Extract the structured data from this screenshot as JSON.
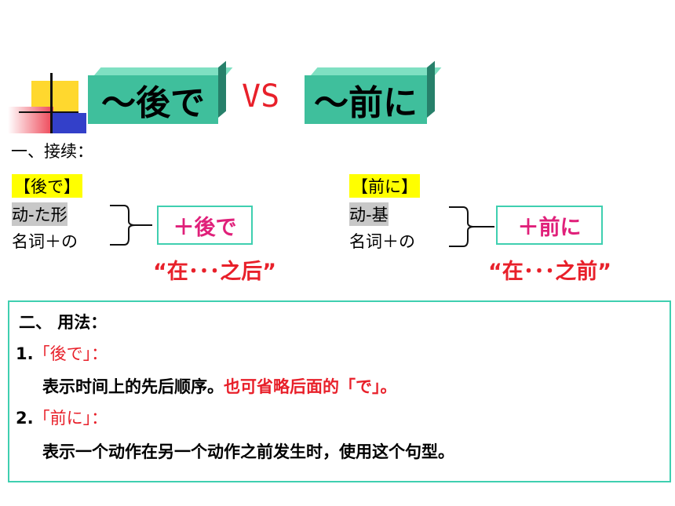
{
  "title": {
    "left": "～後で",
    "vs": "VS",
    "right": "～前に"
  },
  "section1": {
    "heading": "一、接续：",
    "left": {
      "tag": "【後で】",
      "line1": "动-た形",
      "line2": "名词＋の",
      "box": "＋後で",
      "meaning": "“在･･･之后”"
    },
    "right": {
      "tag": "【前に】",
      "line1": "动-基",
      "line2": "名词＋の",
      "box": "＋前に",
      "meaning": "“在･･･之前”"
    }
  },
  "section2": {
    "heading": "二、 用法：",
    "item1": {
      "num": "1.",
      "label": "「後で」：",
      "desc": "表示时间上的先后顺序。",
      "desc_red": "也可省略后面的「で」。"
    },
    "item2": {
      "num": "2.",
      "label": "「前に」：",
      "desc": "表示一个动作在另一个动作之前发生时，使用这个句型。"
    }
  },
  "colors": {
    "accent_green": "#3fbf9c",
    "red": "#e8202a",
    "magenta": "#e0207a",
    "highlight_yellow": "#ffff00"
  }
}
